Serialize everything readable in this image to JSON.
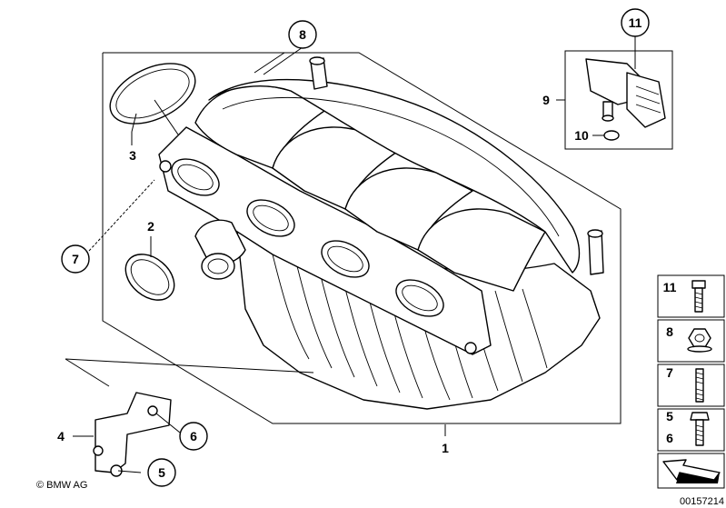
{
  "diagram": {
    "callouts": [
      {
        "id": "1",
        "label": "1"
      },
      {
        "id": "2",
        "label": "2"
      },
      {
        "id": "3",
        "label": "3"
      },
      {
        "id": "4",
        "label": "4"
      },
      {
        "id": "5",
        "label": "5"
      },
      {
        "id": "6",
        "label": "6"
      },
      {
        "id": "7",
        "label": "7"
      },
      {
        "id": "8",
        "label": "8"
      },
      {
        "id": "9",
        "label": "9"
      },
      {
        "id": "10",
        "label": "10"
      },
      {
        "id": "11",
        "label": "11"
      }
    ],
    "legend": [
      {
        "label": "11",
        "part": "bolt"
      },
      {
        "label": "8",
        "part": "hex-nut"
      },
      {
        "label": "7",
        "part": "stud"
      },
      {
        "label": "5",
        "label2": "6",
        "part": "bolt"
      }
    ],
    "copyright": "© BMW AG",
    "diagram_number": "00157214"
  }
}
